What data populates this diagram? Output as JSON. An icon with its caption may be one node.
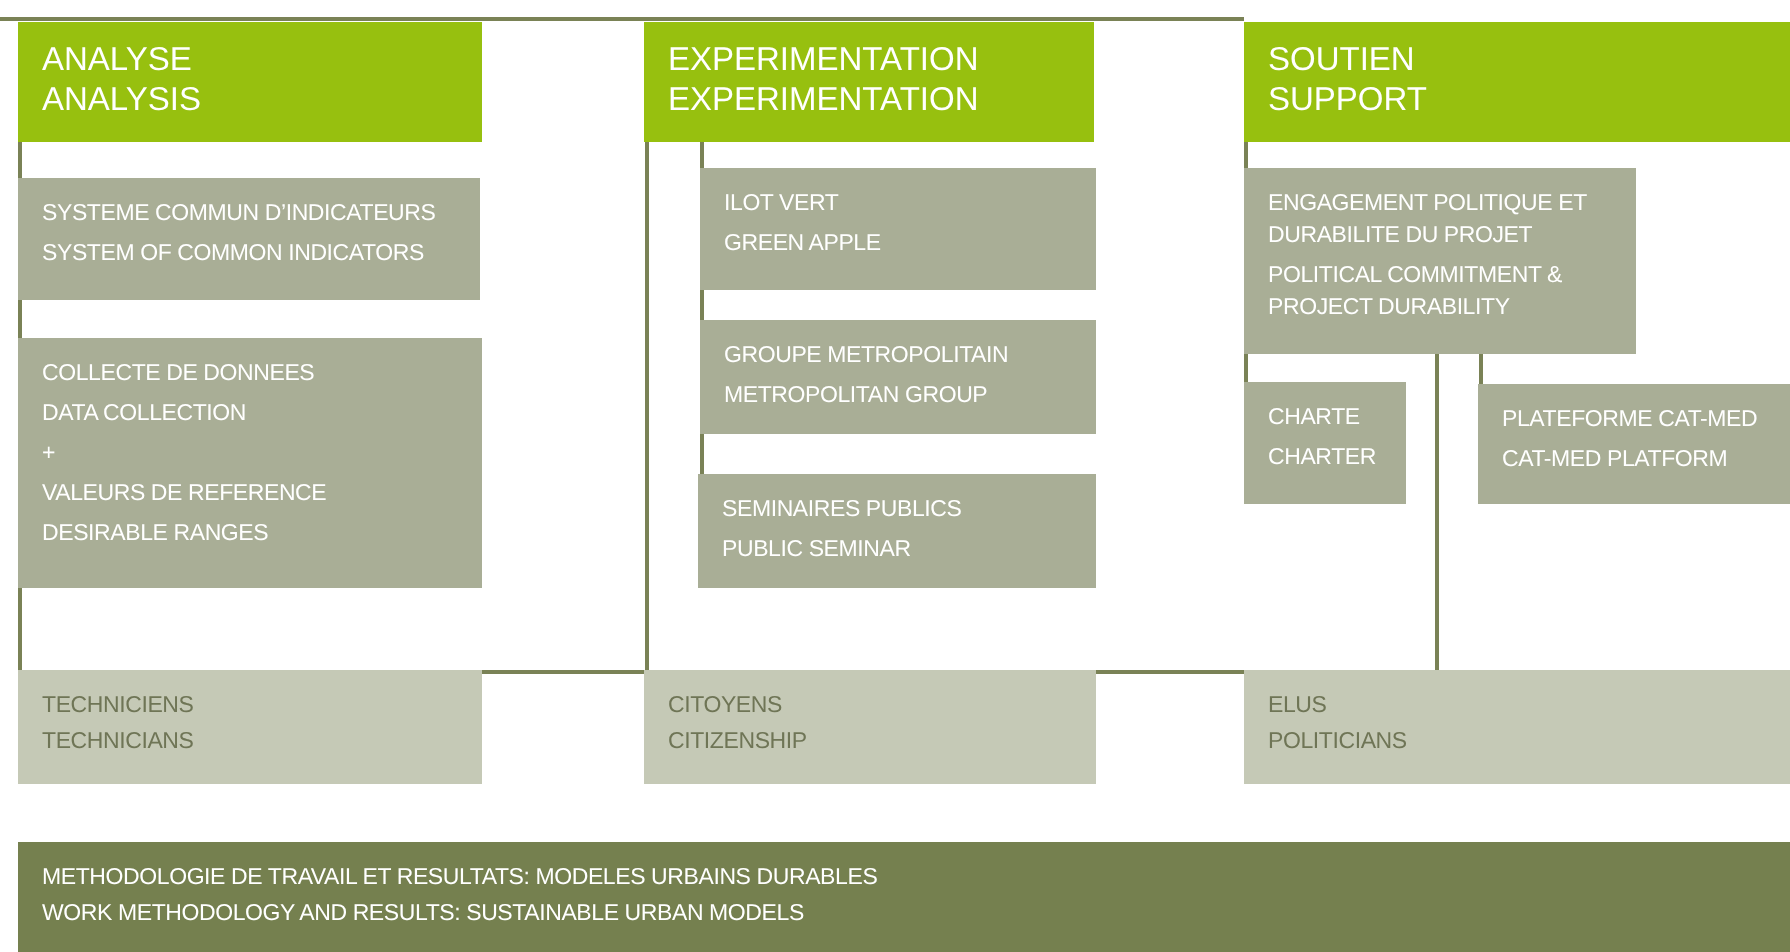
{
  "diagram": {
    "nodes": [
      {
        "text": [
          "ANALYSE ANALYSIS"
        ]
      },
      {
        "text": [
          "SYSTEME COMMUN D’INDICATEURS",
          "SYSTEM OF COMMON INDICATORS"
        ]
      },
      {
        "text": [
          "COLLECTE DE DONNEES",
          "DATA COLLECTION",
          "+",
          "VALEURS DE REFERENCE",
          "DESIRABLE RANGES"
        ]
      },
      {
        "text": [
          "TECHNICIENS",
          "TECHNICIANS"
        ]
      },
      {
        "text": [
          "EXPERIMENTATION EXPERIMENTATION"
        ]
      },
      {
        "text": [
          "ILOT VERT",
          "GREEN APPLE"
        ]
      },
      {
        "text": [
          "GROUPE METROPOLITAIN",
          "METROPOLITAN GROUP"
        ]
      },
      {
        "text": [
          "SEMINAIRES PUBLICS",
          "PUBLIC SEMINAR"
        ]
      },
      {
        "text": [
          "CITOYENS",
          "CITIZENSHIP"
        ]
      },
      {
        "text": [
          "SOUTIEN SUPPORT"
        ]
      },
      {
        "text": [
          "ENGAGEMENT POLITIQUE ET DURABILITE DU PROJET",
          "POLITICAL COMMITMENT & PROJECT DURABILITY"
        ]
      },
      {
        "text": [
          "CHARTE",
          "CHARTER"
        ]
      },
      {
        "text": [
          "PLATEFORME CAT-MED",
          "CAT-MED PLATFORM"
        ]
      },
      {
        "text": [
          "ELUS",
          "POLITICIANS"
        ]
      },
      {
        "text": [
          "METHODOLOGIE DE TRAVAIL ET RESULTATS: MODELES URBAINS DURABLES",
          "WORK METHODOLOGY AND RESULTS: SUSTAINABLE URBAN MODELS"
        ]
      }
    ],
    "edges": [
      {
        "from": 0,
        "to": 1,
        "arrow": "none"
      },
      {
        "from": 1,
        "to": 2,
        "arrow": "none"
      },
      {
        "from": 2,
        "to": 3,
        "arrow": "none"
      },
      {
        "from": 4,
        "to": 5,
        "arrow": "none"
      },
      {
        "from": 5,
        "to": 6,
        "arrow": "none"
      },
      {
        "from": 6,
        "to": 7,
        "arrow": "none"
      },
      {
        "from": 4,
        "to": 8,
        "arrow": "none"
      },
      {
        "from": 9,
        "to": 10,
        "arrow": "none"
      },
      {
        "from": 10,
        "to": 11,
        "arrow": "none"
      },
      {
        "from": 10,
        "to": 12,
        "arrow": "none"
      },
      {
        "from": 10,
        "to": 13,
        "arrow": "none"
      },
      {
        "from": 3,
        "to": 8,
        "arrow": "none"
      },
      {
        "from": 8,
        "to": 13,
        "arrow": "none"
      }
    ]
  }
}
